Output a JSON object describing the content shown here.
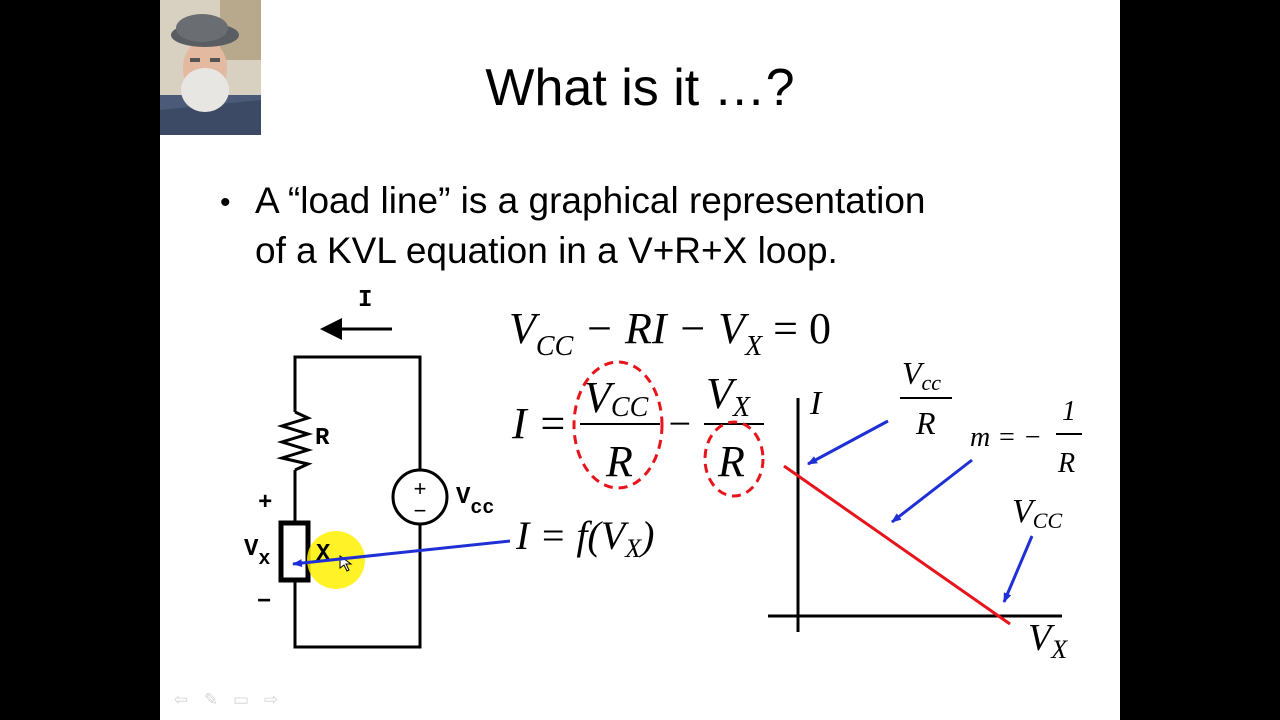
{
  "slide": {
    "title": "What is it …?",
    "bullet": {
      "line1": "A “load line” is a graphical representation",
      "line2": "of a KVL equation in a V+R+X loop."
    }
  },
  "circuit": {
    "current_label": "I",
    "resistor_label": "R",
    "source_label": "V",
    "source_sub": "cc",
    "plus_sign": "+",
    "minus_sign": "−",
    "vx_label": "V",
    "vx_sub": "x",
    "plus_polarity": "+",
    "minus_polarity": "−",
    "x_label": "X"
  },
  "equations": {
    "kvl": {
      "v1": "V",
      "v1_sub": "CC",
      "mid": " − RI − ",
      "v2": "V",
      "v2_sub": "X",
      "rhs": " = 0"
    },
    "current": {
      "lhs": "I =",
      "num1": "V",
      "num1_sub": "CC",
      "den1": "R",
      "minus": "−",
      "num2": "V",
      "num2_sub": "X",
      "den2": "R"
    },
    "func": {
      "lhs": "I = f(",
      "v": "V",
      "v_sub": "X",
      "close": ")"
    }
  },
  "graph": {
    "y_axis_label": "I",
    "x_axis_label": "V",
    "x_axis_sub": "X",
    "intercept_num": "V",
    "intercept_num_sub": "cc",
    "intercept_den": "R",
    "slope_lhs": "m = −",
    "slope_num": "1",
    "slope_den": "R",
    "x_intercept": "V",
    "x_intercept_sub": "CC"
  },
  "colors": {
    "load_line": "#e8141b",
    "arrow": "#1e2fd6",
    "highlight": "#fff000",
    "dashed_circle": "#e8141b"
  },
  "nav": {
    "prev": "⇦",
    "pen": "✎",
    "menu": "▭",
    "next": "⇨"
  }
}
